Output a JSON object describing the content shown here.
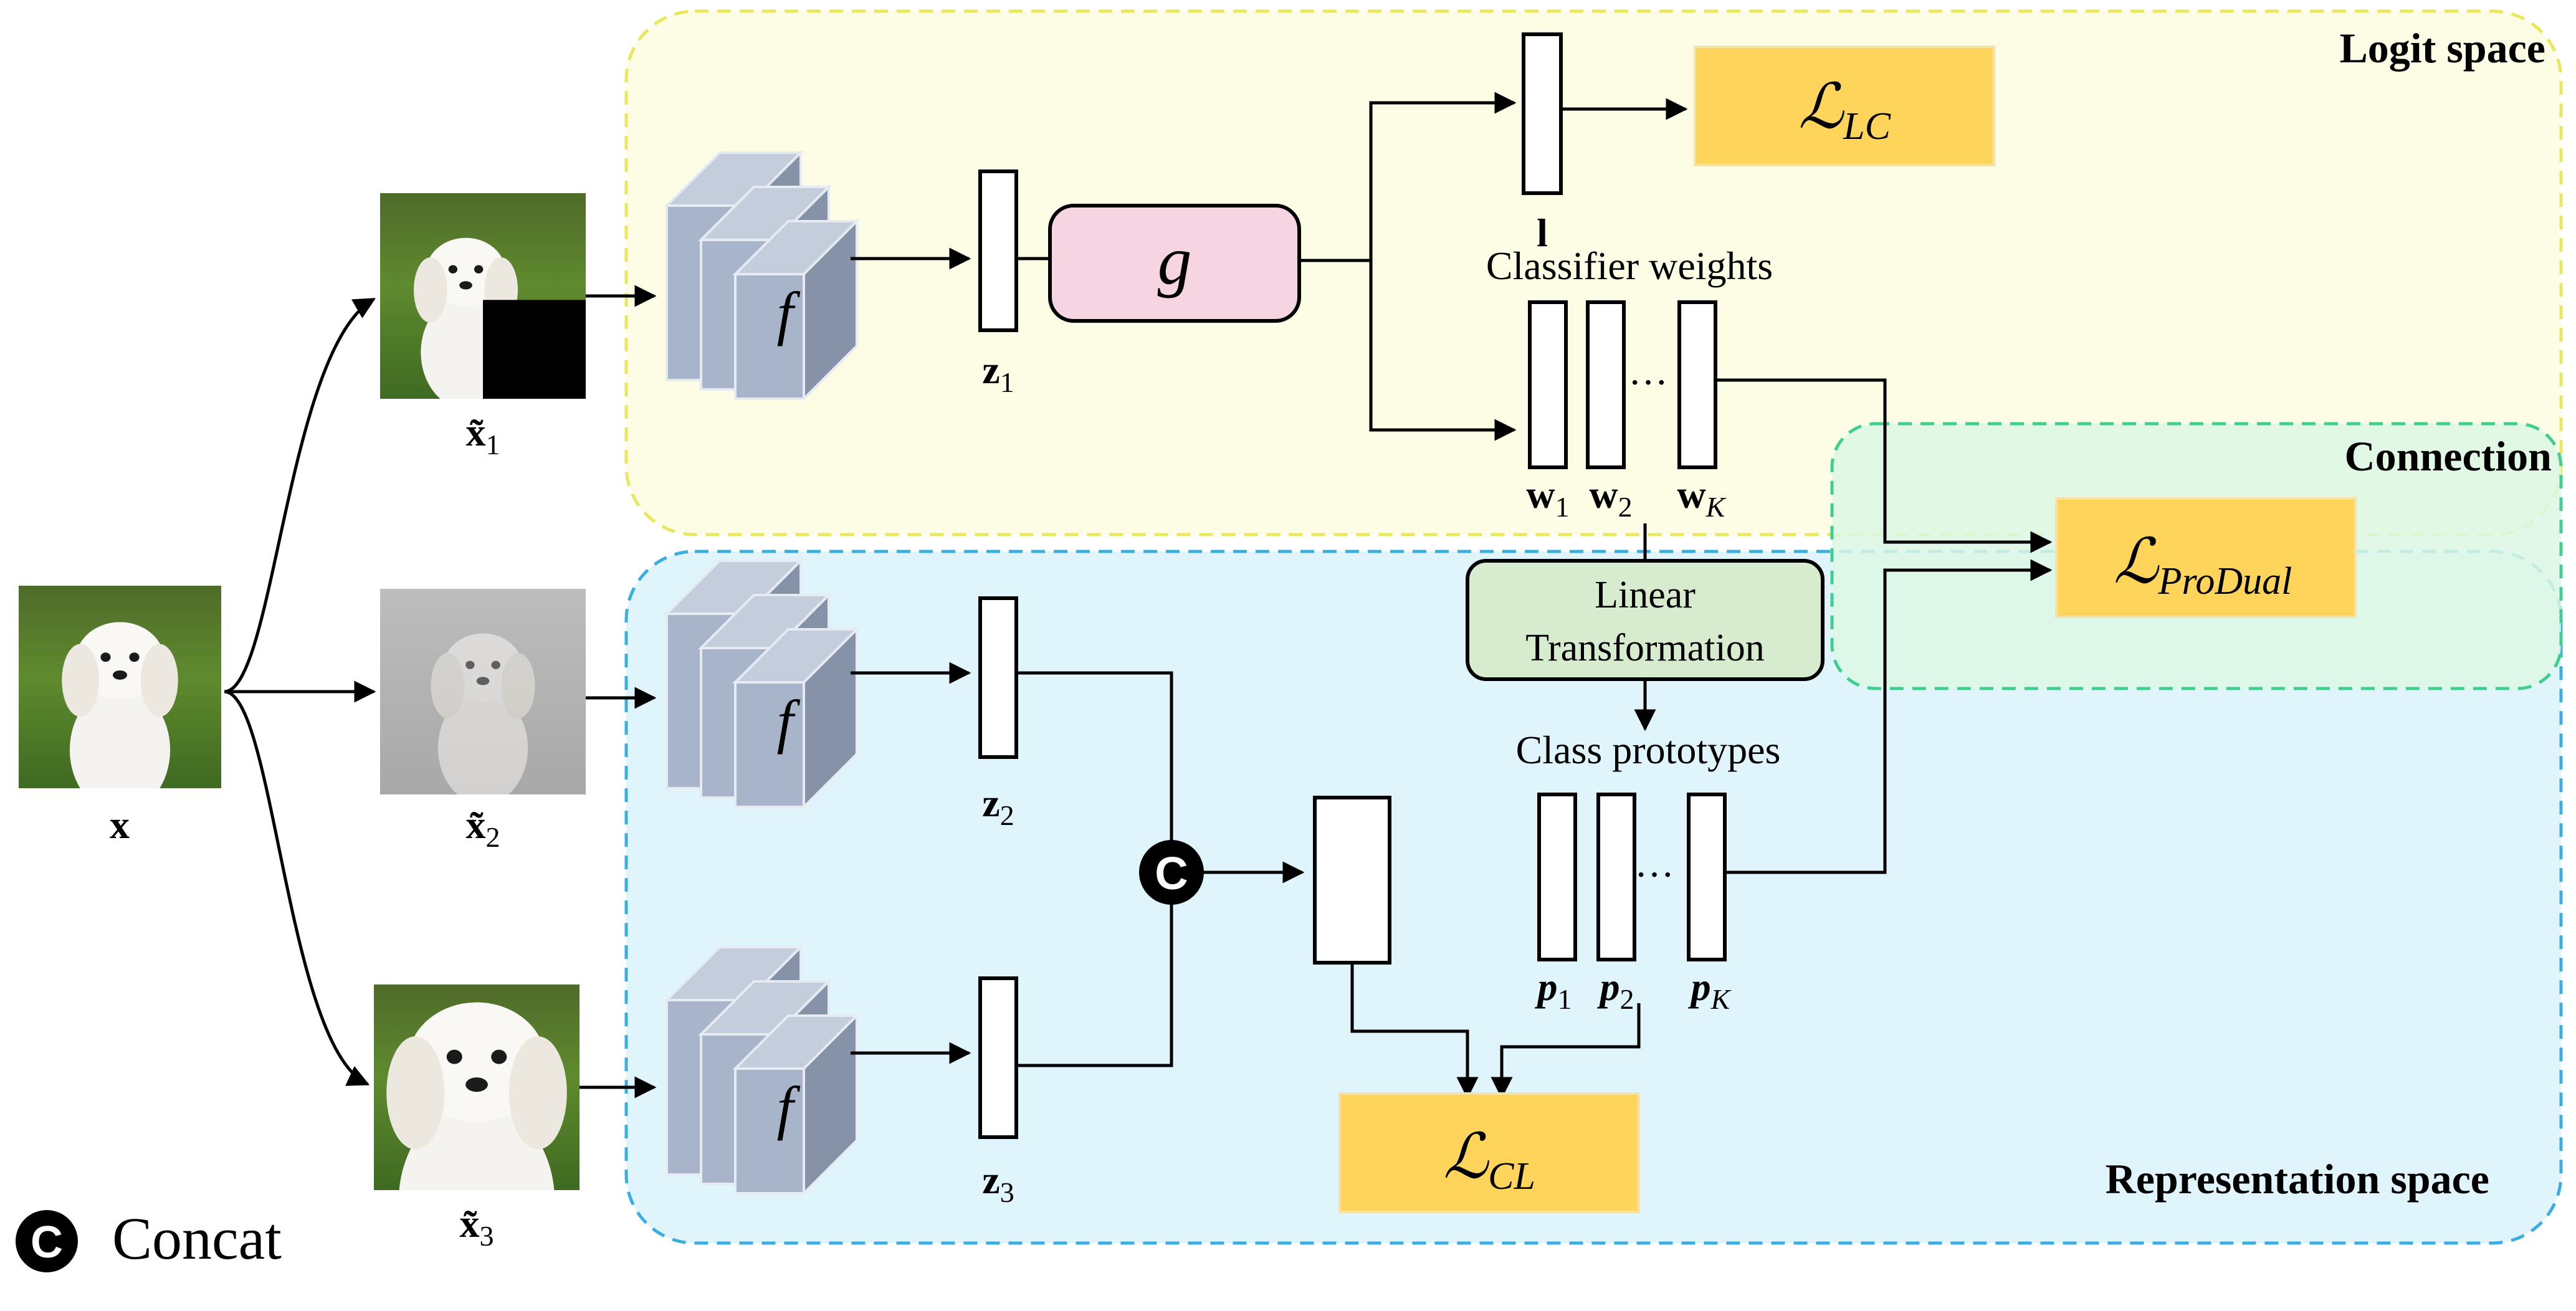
{
  "regions": {
    "logit": "Logit space",
    "connection": "Connection",
    "representation": "Representation space"
  },
  "colors": {
    "logit_fill": "#fdfde6",
    "logit_border": "#e8e85a",
    "repr_fill": "#e0f4fb",
    "repr_border": "#3aaee0",
    "conn_fill": "#dcf7e4",
    "conn_border": "#3ecf8e",
    "loss_fill": "#ffd45a",
    "g_fill": "#f6d4e2",
    "linear_fill": "#d7ecce",
    "encoder_fill": "#a7b4c9"
  },
  "inputs": {
    "x": "x",
    "x1": "x̃",
    "x1_sub": "1",
    "x2": "x̃",
    "x2_sub": "2",
    "x3": "x̃",
    "x3_sub": "3"
  },
  "images": {
    "x": "dog-photo-icon",
    "x1": "masked-dog-icon",
    "x2": "faded-dog-icon",
    "x3": "cropped-dog-icon"
  },
  "encoder_label": "f",
  "features": {
    "z1": "z",
    "z1_sub": "1",
    "z2": "z",
    "z2_sub": "2",
    "z3": "z",
    "z3_sub": "3"
  },
  "head": {
    "g": "g",
    "l": "l"
  },
  "classifier": {
    "title": "Classifier weights",
    "w": "w",
    "w1_sub": "1",
    "w2_sub": "2",
    "wK_sub": "K",
    "dots": "···"
  },
  "linear": {
    "line1": "Linear",
    "line2": "Transformation"
  },
  "prototypes": {
    "title": "Class prototypes",
    "p": "p",
    "p1_sub": "1",
    "p2_sub": "2",
    "pK_sub": "K",
    "dots": "···"
  },
  "losses": {
    "symbol": "ℒ",
    "lc_sub": "LC",
    "produal_sub": "ProDual",
    "cl_sub": "CL"
  },
  "concat": {
    "symbol": "C",
    "legend": "Concat"
  }
}
